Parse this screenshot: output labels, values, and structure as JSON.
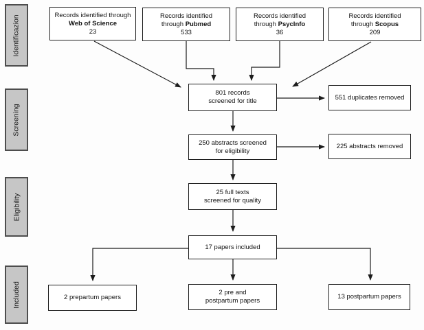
{
  "colors": {
    "background": "#fdfdfd",
    "box_fill": "#ffffff",
    "box_border": "#1c1c1c",
    "stage_fill": "#c6c6c6",
    "stage_border": "#4d4d4d",
    "arrow": "#1c1c1c",
    "text": "#111111"
  },
  "stages": [
    {
      "label": "Identificazion"
    },
    {
      "label": "Screening"
    },
    {
      "label": "Eligibility"
    },
    {
      "label": "Included"
    }
  ],
  "sources": [
    {
      "line1": "Records identified through",
      "line2_plain": "",
      "line2_bold": "Web of Science",
      "count": "23"
    },
    {
      "line1": "Records identified",
      "line2_plain": "through ",
      "line2_bold": "Pubmed",
      "count": "533"
    },
    {
      "line1": "Records identified",
      "line2_plain": "through ",
      "line2_bold": "PsycInfo",
      "count": "36"
    },
    {
      "line1": "Records identified",
      "line2_plain": "through ",
      "line2_bold": "Scopus",
      "count": "209"
    }
  ],
  "flow": {
    "screened_title": {
      "line1": "801 records",
      "line2": "screened for title"
    },
    "duplicates_removed": {
      "line1": "551 duplicates removed",
      "line2": ""
    },
    "abstracts_screened": {
      "line1": "250 abstracts screened",
      "line2": "for eligibility"
    },
    "abstracts_removed": {
      "line1": "225 abstracts removed",
      "line2": ""
    },
    "full_texts": {
      "line1": "25 full texts",
      "line2": "screened for quality"
    },
    "papers_included": {
      "line1": "17 papers included",
      "line2": ""
    },
    "prepartum": {
      "line1": "2 prepartum papers",
      "line2": ""
    },
    "pre_postpartum": {
      "line1": "2 pre and",
      "line2": "postpartum papers"
    },
    "postpartum": {
      "line1": "13 postpartum papers",
      "line2": ""
    }
  }
}
